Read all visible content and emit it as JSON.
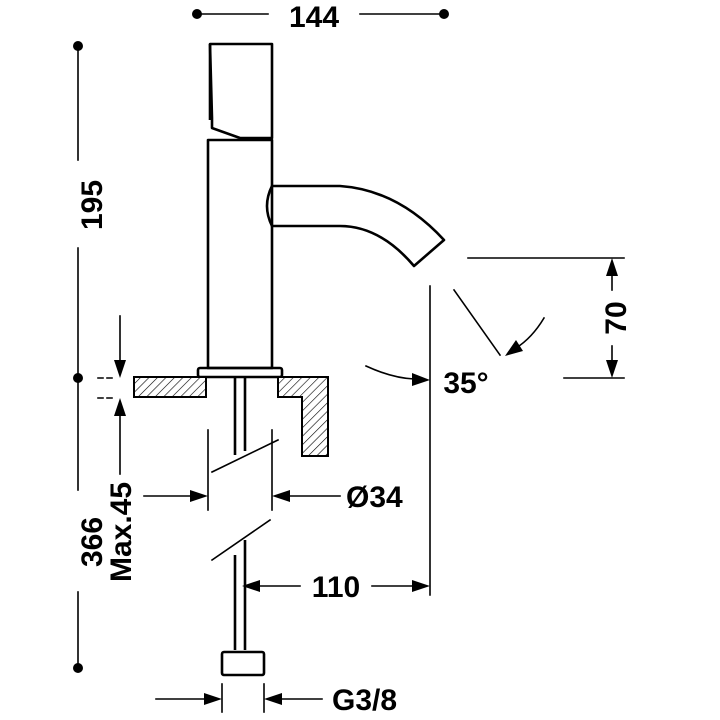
{
  "drawing": {
    "colors": {
      "ink": "#000000",
      "paper": "#ffffff"
    },
    "dimensions": {
      "overall_width": "144",
      "upper_height": "195",
      "lower_height": "366",
      "spout_height": "70",
      "spout_angle": "35°",
      "max_deck_thickness": "Max.45",
      "body_diameter": "Ø34",
      "outlet_offset": "110",
      "connection_thread": "G3/8"
    }
  }
}
